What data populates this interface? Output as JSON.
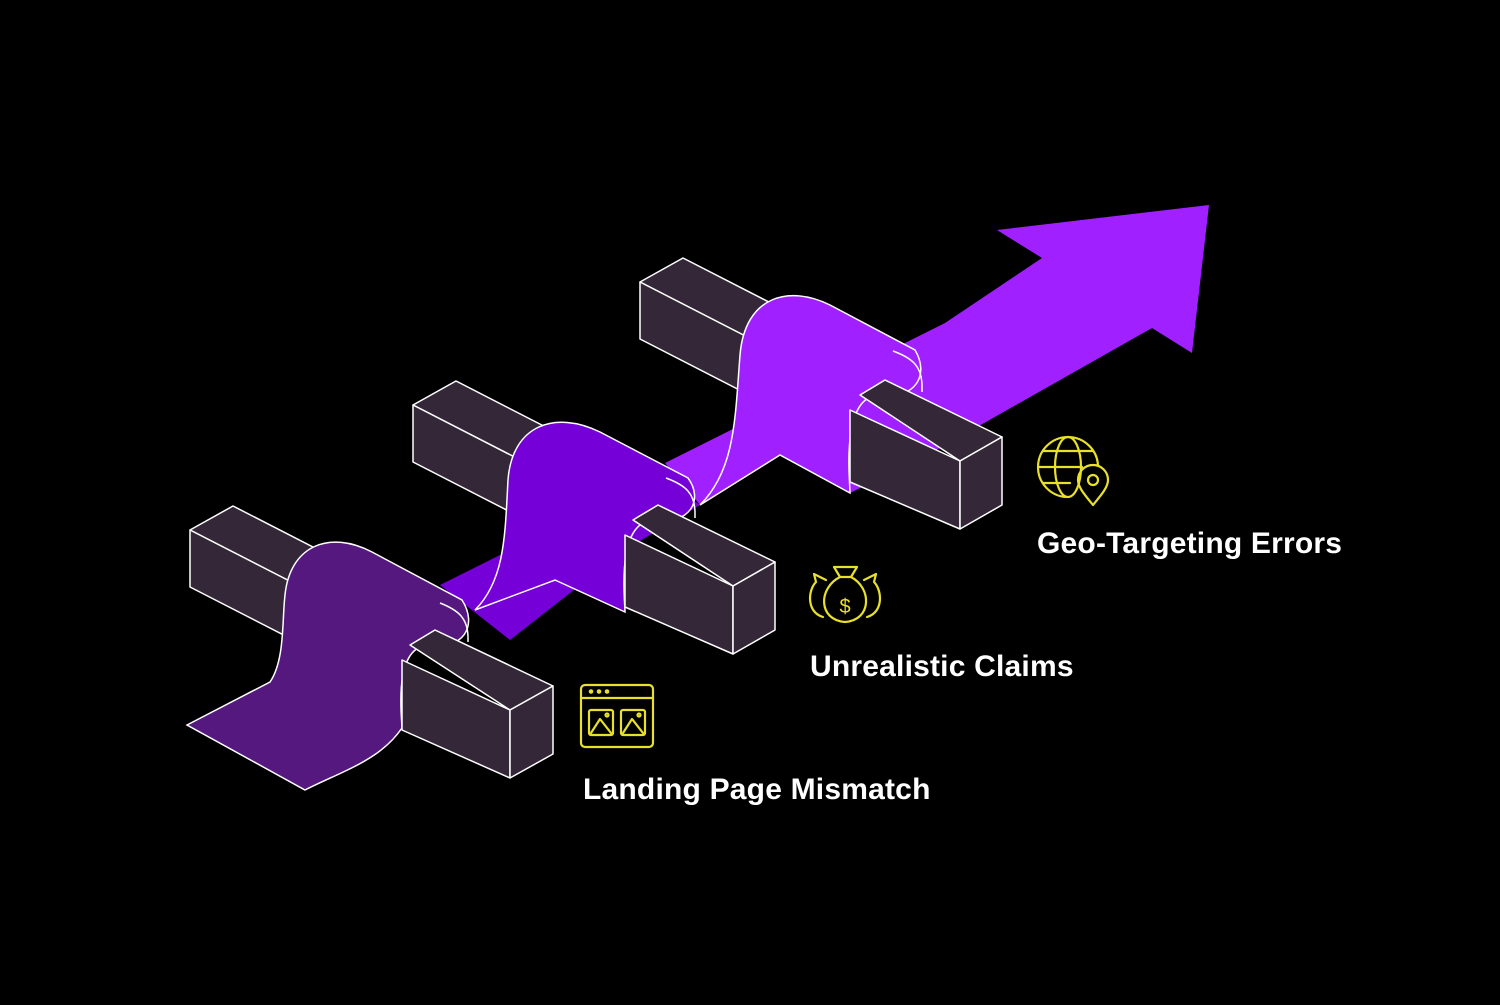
{
  "colors": {
    "background": "#000000",
    "barrier_fill": "#342838",
    "barrier_stroke": "#ffffff",
    "ribbon_1": "#55187f",
    "ribbon_2": "#7500d8",
    "ribbon_3": "#a020ff",
    "arrow_head": "#a020ff",
    "icon_stroke": "#e8e02a"
  },
  "obstacles": [
    {
      "label": "Geo-Targeting Errors",
      "icon": "globe-location-icon"
    },
    {
      "label": "Unrealistic Claims",
      "icon": "money-bag-icon"
    },
    {
      "label": "Landing Page Mismatch",
      "icon": "browser-images-icon"
    }
  ]
}
